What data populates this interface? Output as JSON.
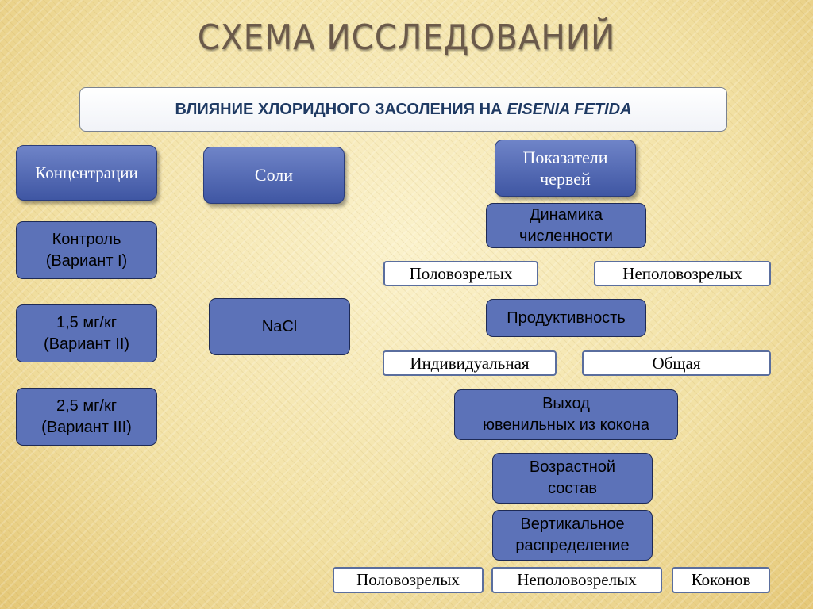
{
  "title": "СХЕМА ИССЛЕДОВАНИЙ",
  "banner": {
    "text": "ВЛИЯНИЕ ХЛОРИДНОГО ЗАСОЛЕНИЯ НА",
    "italic": "EISENIA FETIDA"
  },
  "columns": {
    "concentrations": {
      "header": "Концентрации",
      "items": [
        "Контроль\n(Вариант I)",
        "1,5 мг/кг\n(Вариант II)",
        "2,5 мг/кг\n(Вариант III)"
      ]
    },
    "salts": {
      "header": "Соли",
      "items": [
        "NaCl"
      ]
    },
    "indicators": {
      "header": "Показатели\nчервей"
    }
  },
  "indicators": {
    "dynamics": "Динамика\nчисленности",
    "dynamics_mature": "Половозрелых",
    "dynamics_immature": "Неполовозрелых",
    "productivity": "Продуктивность",
    "productivity_individual": "Индивидуальная",
    "productivity_total": "Общая",
    "juvenile_output": "Выход\nювенильных из кокона",
    "age_structure": "Возрастной\nсостав",
    "vertical_distribution": "Вертикальное\nраспределение",
    "vertical_mature": "Половозрелых",
    "vertical_immature": "Неполовозрелых",
    "vertical_cocoons": "Коконов"
  },
  "colors": {
    "header_blue": "#4a62b0",
    "item_blue": "#5c72b8",
    "title": "#6b5a4a",
    "banner_text": "#1f3a63"
  }
}
